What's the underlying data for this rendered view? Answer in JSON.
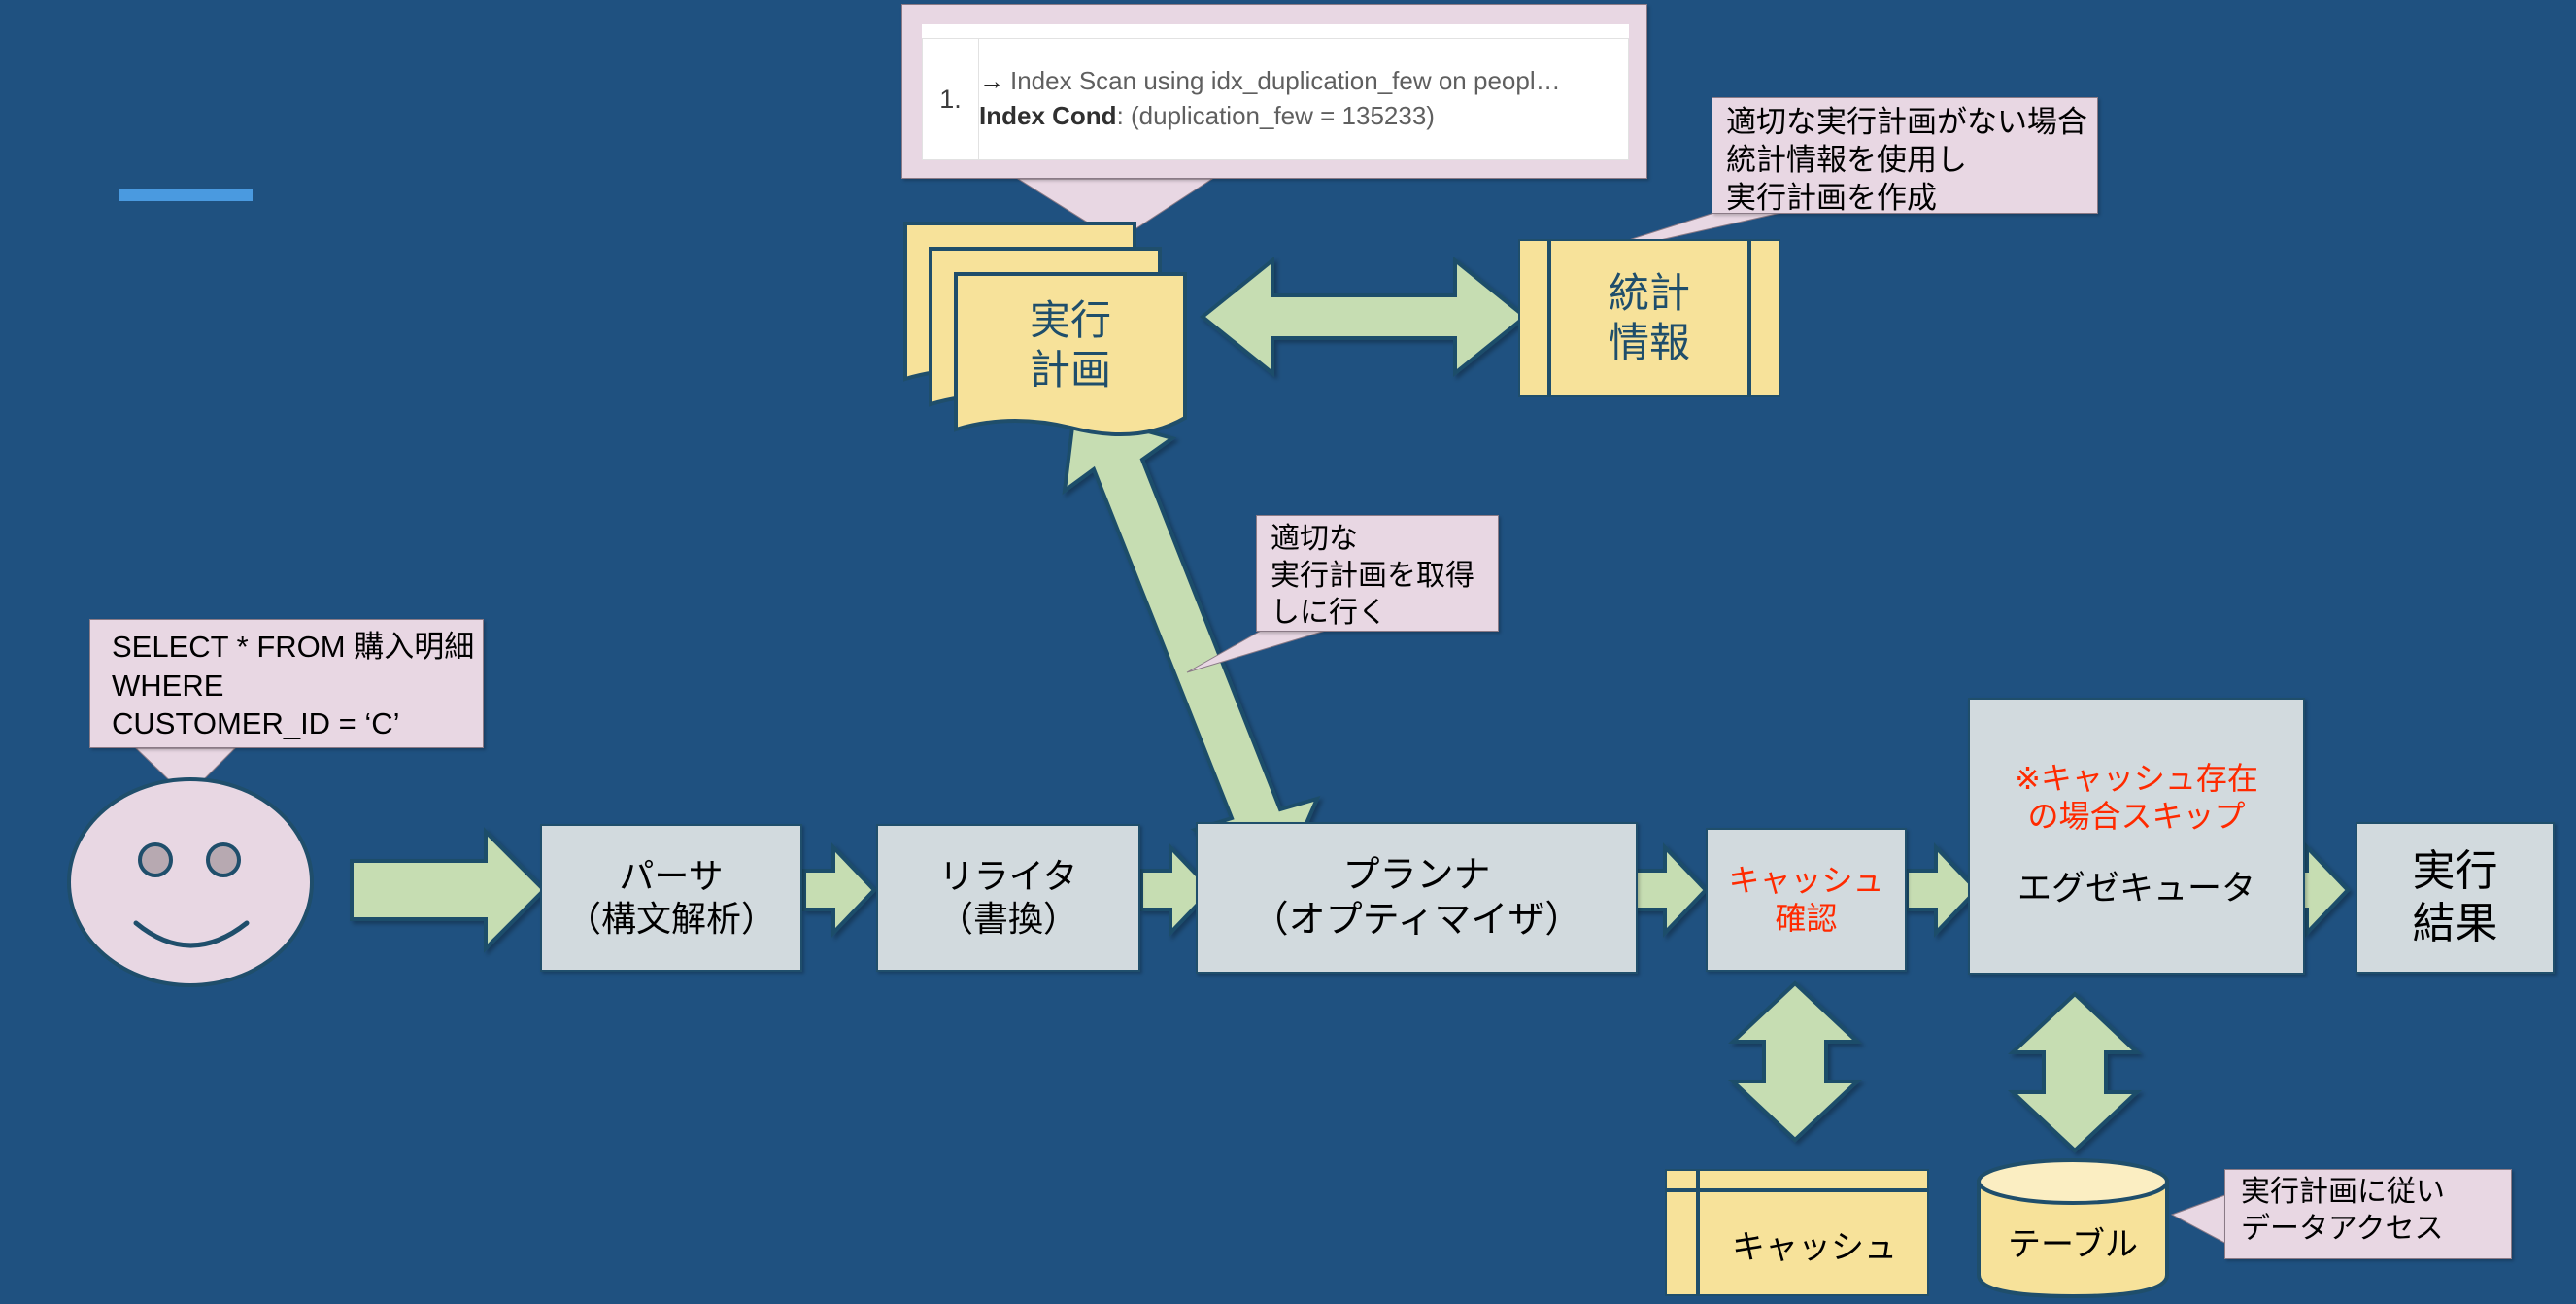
{
  "slide": {
    "background_color": "#1f5180",
    "accent_bar_color": "#4a9ae0",
    "arrow_fill": "#c6ddb2",
    "arrow_stroke": "#1f4e6b",
    "box_fill": "#d2dade",
    "box_stroke": "#1f4e6b",
    "doc_fill": "#f7e29a",
    "callout_fill": "#e8d7e3",
    "highlight_text_color": "#ff2a00"
  },
  "explain_callout": {
    "row_number": "1.",
    "arrow_glyph": "→",
    "plan_line": "Index Scan using idx_duplication_few on peopl…",
    "cond_label": "Index Cond",
    "cond_separator": ": ",
    "cond_value": "(duplication_few = 135233)"
  },
  "callouts": {
    "sql": {
      "lines": [
        "SELECT * FROM 購入明細",
        "WHERE",
        "CUSTOMER_ID = ‘C’"
      ]
    },
    "stats": {
      "lines": [
        "適切な実行計画がない場合",
        "統計情報を使用し",
        "実行計画を作成"
      ]
    },
    "fetch_plan": {
      "lines": [
        "適切な",
        "実行計画を取得",
        "しに行く"
      ]
    },
    "data_access": {
      "lines": [
        "実行計画に従い",
        "データアクセス"
      ]
    }
  },
  "nodes": {
    "execution_plan": {
      "lines": [
        "実行",
        "計画"
      ]
    },
    "statistics": {
      "lines": [
        "統計",
        "情報"
      ]
    },
    "parser": {
      "lines": [
        "パーサ",
        "（構文解析）"
      ]
    },
    "rewriter": {
      "lines": [
        "リライタ",
        "（書換）"
      ]
    },
    "planner": {
      "lines": [
        "プランナ",
        "（オプティマイザ）"
      ]
    },
    "cache_check": {
      "lines": [
        "キャッシュ",
        "確認"
      ]
    },
    "executor": {
      "note_lines": [
        "※キャッシュ存在",
        "の場合スキップ"
      ],
      "label": "エグゼキュータ"
    },
    "result": {
      "lines": [
        "実行",
        "結果"
      ]
    },
    "cache_store": {
      "label": "キャッシュ"
    },
    "table_store": {
      "label": "テーブル"
    },
    "user": {
      "label": "user-smiley-face"
    }
  }
}
